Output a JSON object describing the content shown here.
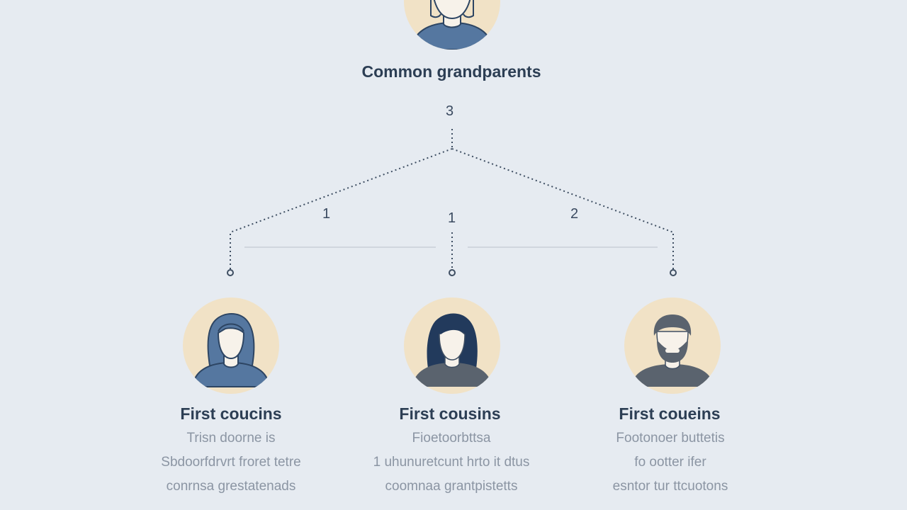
{
  "root": {
    "title": "Common grandparents",
    "count": "3"
  },
  "branch_numbers": [
    "1",
    "1",
    "2"
  ],
  "cousins": [
    {
      "title": "First coucins",
      "lines": [
        "Trisn doorne is",
        "Sbdoorfdrvrt froret tetre",
        "conrnsa grestatenads"
      ]
    },
    {
      "title": "First cousins",
      "lines": [
        "Fioetoorbttsa",
        "1 uhunuretcunt hrto it dtus",
        "coomnaa grantpistetts"
      ]
    },
    {
      "title": "First coueins",
      "lines": [
        "Footonoer buttetis",
        "fo ootter ifer",
        "esntor tur ttcuotons"
      ]
    }
  ],
  "colors": {
    "background": "#e6ebf1",
    "avatar_bg": "#f1e2c6",
    "figure_blue": "#4f6f96",
    "figure_dark": "#55606d",
    "line": "#3e4e62"
  }
}
